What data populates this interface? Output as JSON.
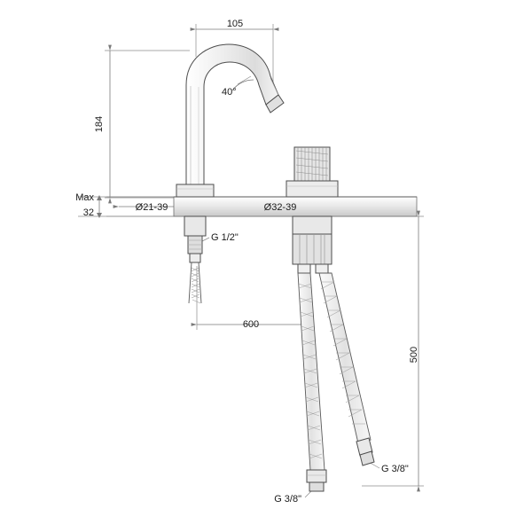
{
  "drawing": {
    "title": "Basin mixer tap technical dimension drawing",
    "line_color": "#5a5a5a",
    "dim_line_color": "#7a7a7a",
    "text_color": "#1a1a1a",
    "fill_light": "#f2f2f2",
    "fill_mid": "#d9d9d9",
    "background": "#ffffff"
  },
  "dimensions": {
    "spout_reach": "105",
    "spout_angle": "40°",
    "height": "184",
    "max_thickness_label": "Max",
    "max_thickness_value": "32",
    "hole_spout": "Ø21-39",
    "hole_handle": "Ø32-39",
    "thread_spout": "G 1/2\"",
    "hose_length": "600",
    "hose_drop": "500",
    "thread_hose_left": "G 3/8\"",
    "thread_hose_right": "G 3/8\""
  }
}
